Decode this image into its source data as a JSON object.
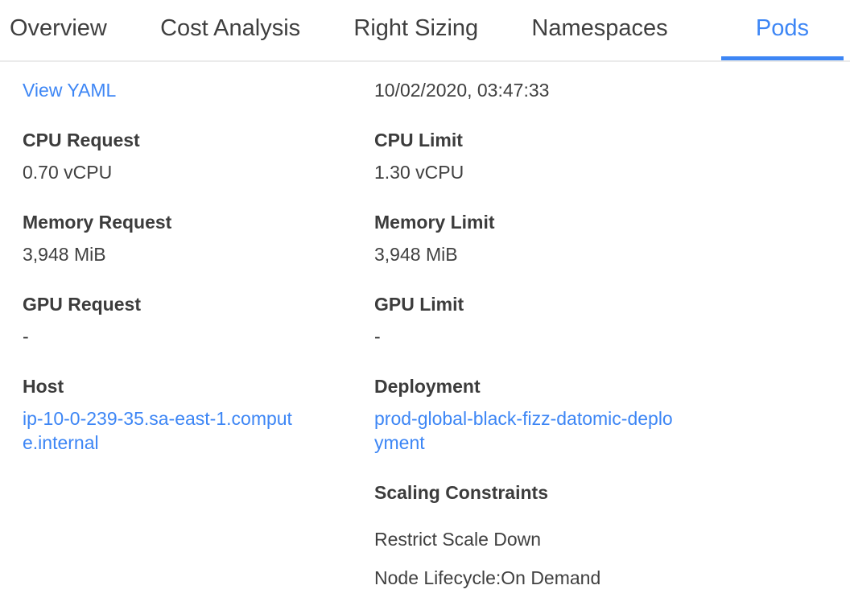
{
  "tabs": {
    "items": [
      {
        "label": "Overview",
        "active": false
      },
      {
        "label": "Cost Analysis",
        "active": false
      },
      {
        "label": "Right Sizing",
        "active": false
      },
      {
        "label": "Namespaces",
        "active": false
      },
      {
        "label": "Pods",
        "active": true
      }
    ]
  },
  "details": {
    "view_yaml_label": "View YAML",
    "timestamp": "10/02/2020, 03:47:33",
    "fields": {
      "left": [
        {
          "label": "CPU Request",
          "value": "0.70 vCPU"
        },
        {
          "label": "Memory Request",
          "value": "3,948 MiB"
        },
        {
          "label": "GPU Request",
          "value": "-"
        },
        {
          "label": "Host",
          "value": "ip-10-0-239-35.sa-east-1.compute.internal",
          "is_link": true
        }
      ],
      "right": [
        {
          "label": "CPU Limit",
          "value": "1.30 vCPU"
        },
        {
          "label": "Memory Limit",
          "value": "3,948 MiB"
        },
        {
          "label": "GPU Limit",
          "value": "-"
        },
        {
          "label": "Deployment",
          "value": "prod-global-black-fizz-datomic-deployment",
          "is_link": true
        }
      ]
    },
    "scaling_constraints": {
      "label": "Scaling Constraints",
      "items": [
        "Restrict Scale Down",
        "Node Lifecycle:On Demand"
      ]
    }
  },
  "colors": {
    "accent": "#3d86f5",
    "label_text": "#3c3c3c",
    "value_text": "#404040",
    "tab_inactive_text": "#3f3f3f",
    "divider": "#ebebeb"
  }
}
